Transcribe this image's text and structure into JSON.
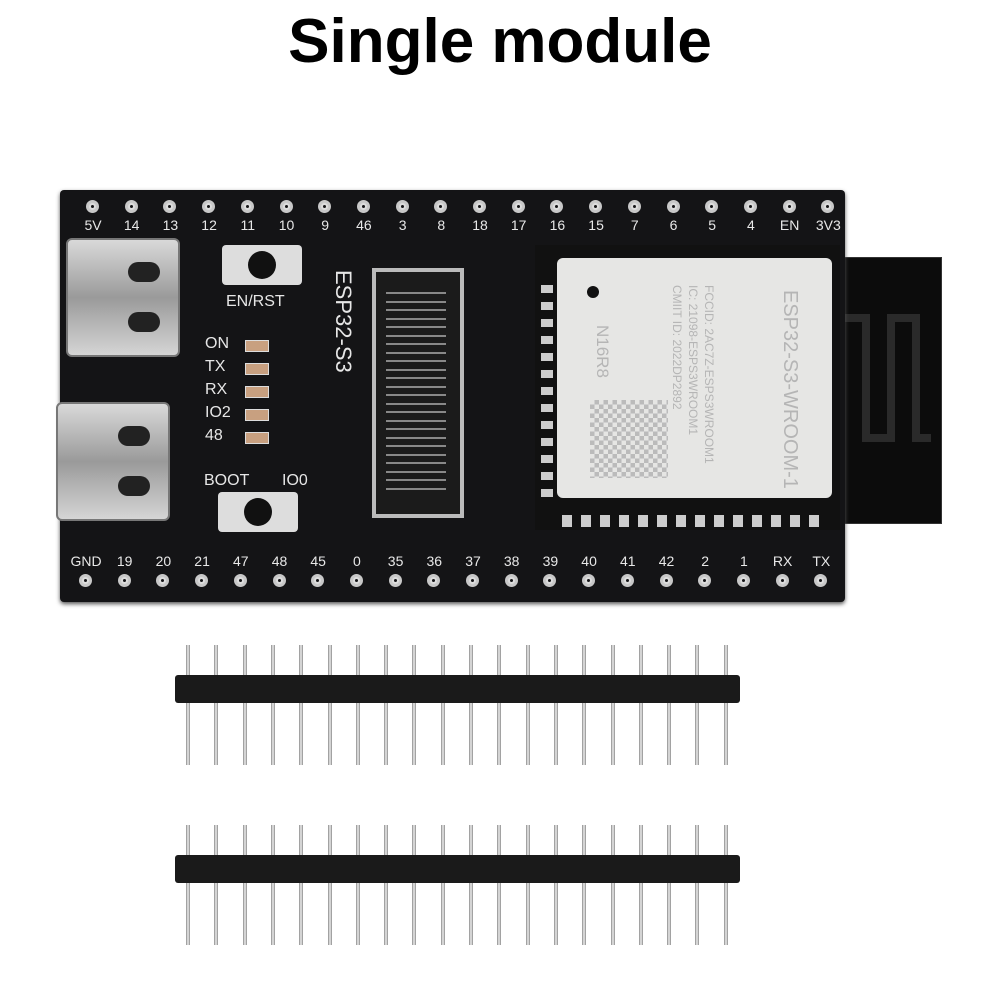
{
  "title": "Single module",
  "board": {
    "name": "ESP32-S3",
    "button_reset": "EN/RST",
    "button_boot": "BOOT",
    "io0_label": "IO0",
    "leds": [
      "ON",
      "TX",
      "RX",
      "IO2",
      "48"
    ],
    "top_pins": [
      "5V",
      "14",
      "13",
      "12",
      "11",
      "10",
      "9",
      "46",
      "3",
      "8",
      "18",
      "17",
      "16",
      "15",
      "7",
      "6",
      "5",
      "4",
      "EN",
      "3V3"
    ],
    "bottom_pins": [
      "GND",
      "19",
      "20",
      "21",
      "47",
      "48",
      "45",
      "0",
      "35",
      "36",
      "37",
      "38",
      "39",
      "40",
      "41",
      "42",
      "2",
      "1",
      "RX",
      "TX"
    ]
  },
  "module": {
    "model": "ESP32-S3-WROOM-1",
    "variant": "N16R8",
    "fccid": "FCCID: 2AC7Z-ESPS3WROOM1",
    "ic": "IC: 21098-ESPS3WROOM1",
    "cmiit": "CMIIT ID: 2022DP2892"
  },
  "headers": {
    "count": 2,
    "pins_per_header": 20
  },
  "colors": {
    "pcb": "#141416",
    "shield": "#e6e6e4"
  }
}
